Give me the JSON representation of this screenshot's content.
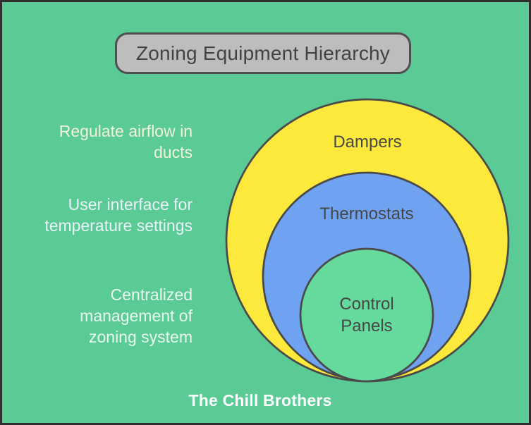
{
  "page": {
    "background_color": "#5bcb95",
    "frame_color": "#2e2e2e"
  },
  "title": {
    "label": "Zoning Equipment Hierarchy",
    "fill_color": "#bdbdbd",
    "border_color": "#4f4f4f",
    "text_color": "#434343"
  },
  "diagram": {
    "type": "onion-hierarchy",
    "ring_stroke_color": "#4a4a4a",
    "ring_text_color": "#474747",
    "levels": [
      {
        "name": "Dampers",
        "description": "Regulate airflow in\nducts",
        "ring_color": "#fce93c",
        "description_color": "#f2f3d9"
      },
      {
        "name": "Thermostats",
        "description": "User interface for\ntemperature settings",
        "ring_color": "#6fa3f1",
        "description_color": "#eaf1fa"
      },
      {
        "name": "Control Panels",
        "description": "Centralized\nmanagement of\nzoning system",
        "ring_color": "#64da9d",
        "description_color": "#eaf8f0"
      }
    ]
  },
  "footer": {
    "label": "The Chill Brothers",
    "text_color": "#ffffff"
  }
}
